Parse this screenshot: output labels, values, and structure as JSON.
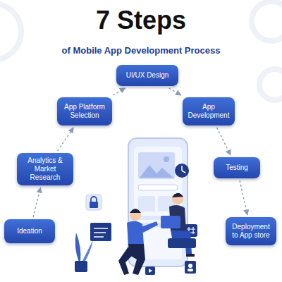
{
  "diagram": {
    "title": "7 Steps",
    "nodes": [
      {
        "text": [
          "Ideation"
        ]
      },
      {
        "text": [
          "Analytics & Market Research"
        ]
      },
      {
        "text": [
          "App Platform Selection"
        ]
      },
      {
        "text": [
          "UI/UX Design"
        ]
      },
      {
        "text": [
          "App Development"
        ]
      },
      {
        "text": [
          "Testing"
        ]
      },
      {
        "text": [
          "Deployment to App store"
        ]
      }
    ],
    "edges": [
      {
        "from": 0,
        "to": 1,
        "arrow": "to"
      },
      {
        "from": 1,
        "to": 2,
        "arrow": "to"
      },
      {
        "from": 2,
        "to": 3,
        "arrow": "to"
      },
      {
        "from": 3,
        "to": 4,
        "arrow": "to"
      },
      {
        "from": 4,
        "to": 5,
        "arrow": "to"
      },
      {
        "from": 5,
        "to": 6,
        "arrow": "to"
      }
    ],
    "labels": [
      "of Mobile App Development Process"
    ]
  }
}
